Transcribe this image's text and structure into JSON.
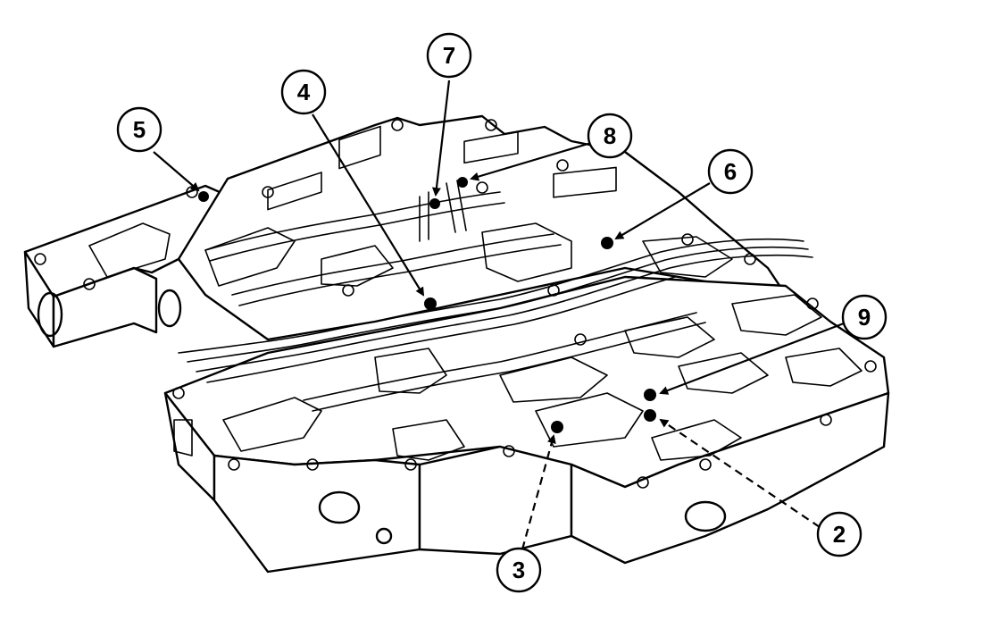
{
  "callouts": [
    {
      "id": "callout-2",
      "label": "2"
    },
    {
      "id": "callout-3",
      "label": "3"
    },
    {
      "id": "callout-4",
      "label": "4"
    },
    {
      "id": "callout-5",
      "label": "5"
    },
    {
      "id": "callout-6",
      "label": "6"
    },
    {
      "id": "callout-7",
      "label": "7"
    },
    {
      "id": "callout-8",
      "label": "8"
    },
    {
      "id": "callout-9",
      "label": "9"
    }
  ]
}
